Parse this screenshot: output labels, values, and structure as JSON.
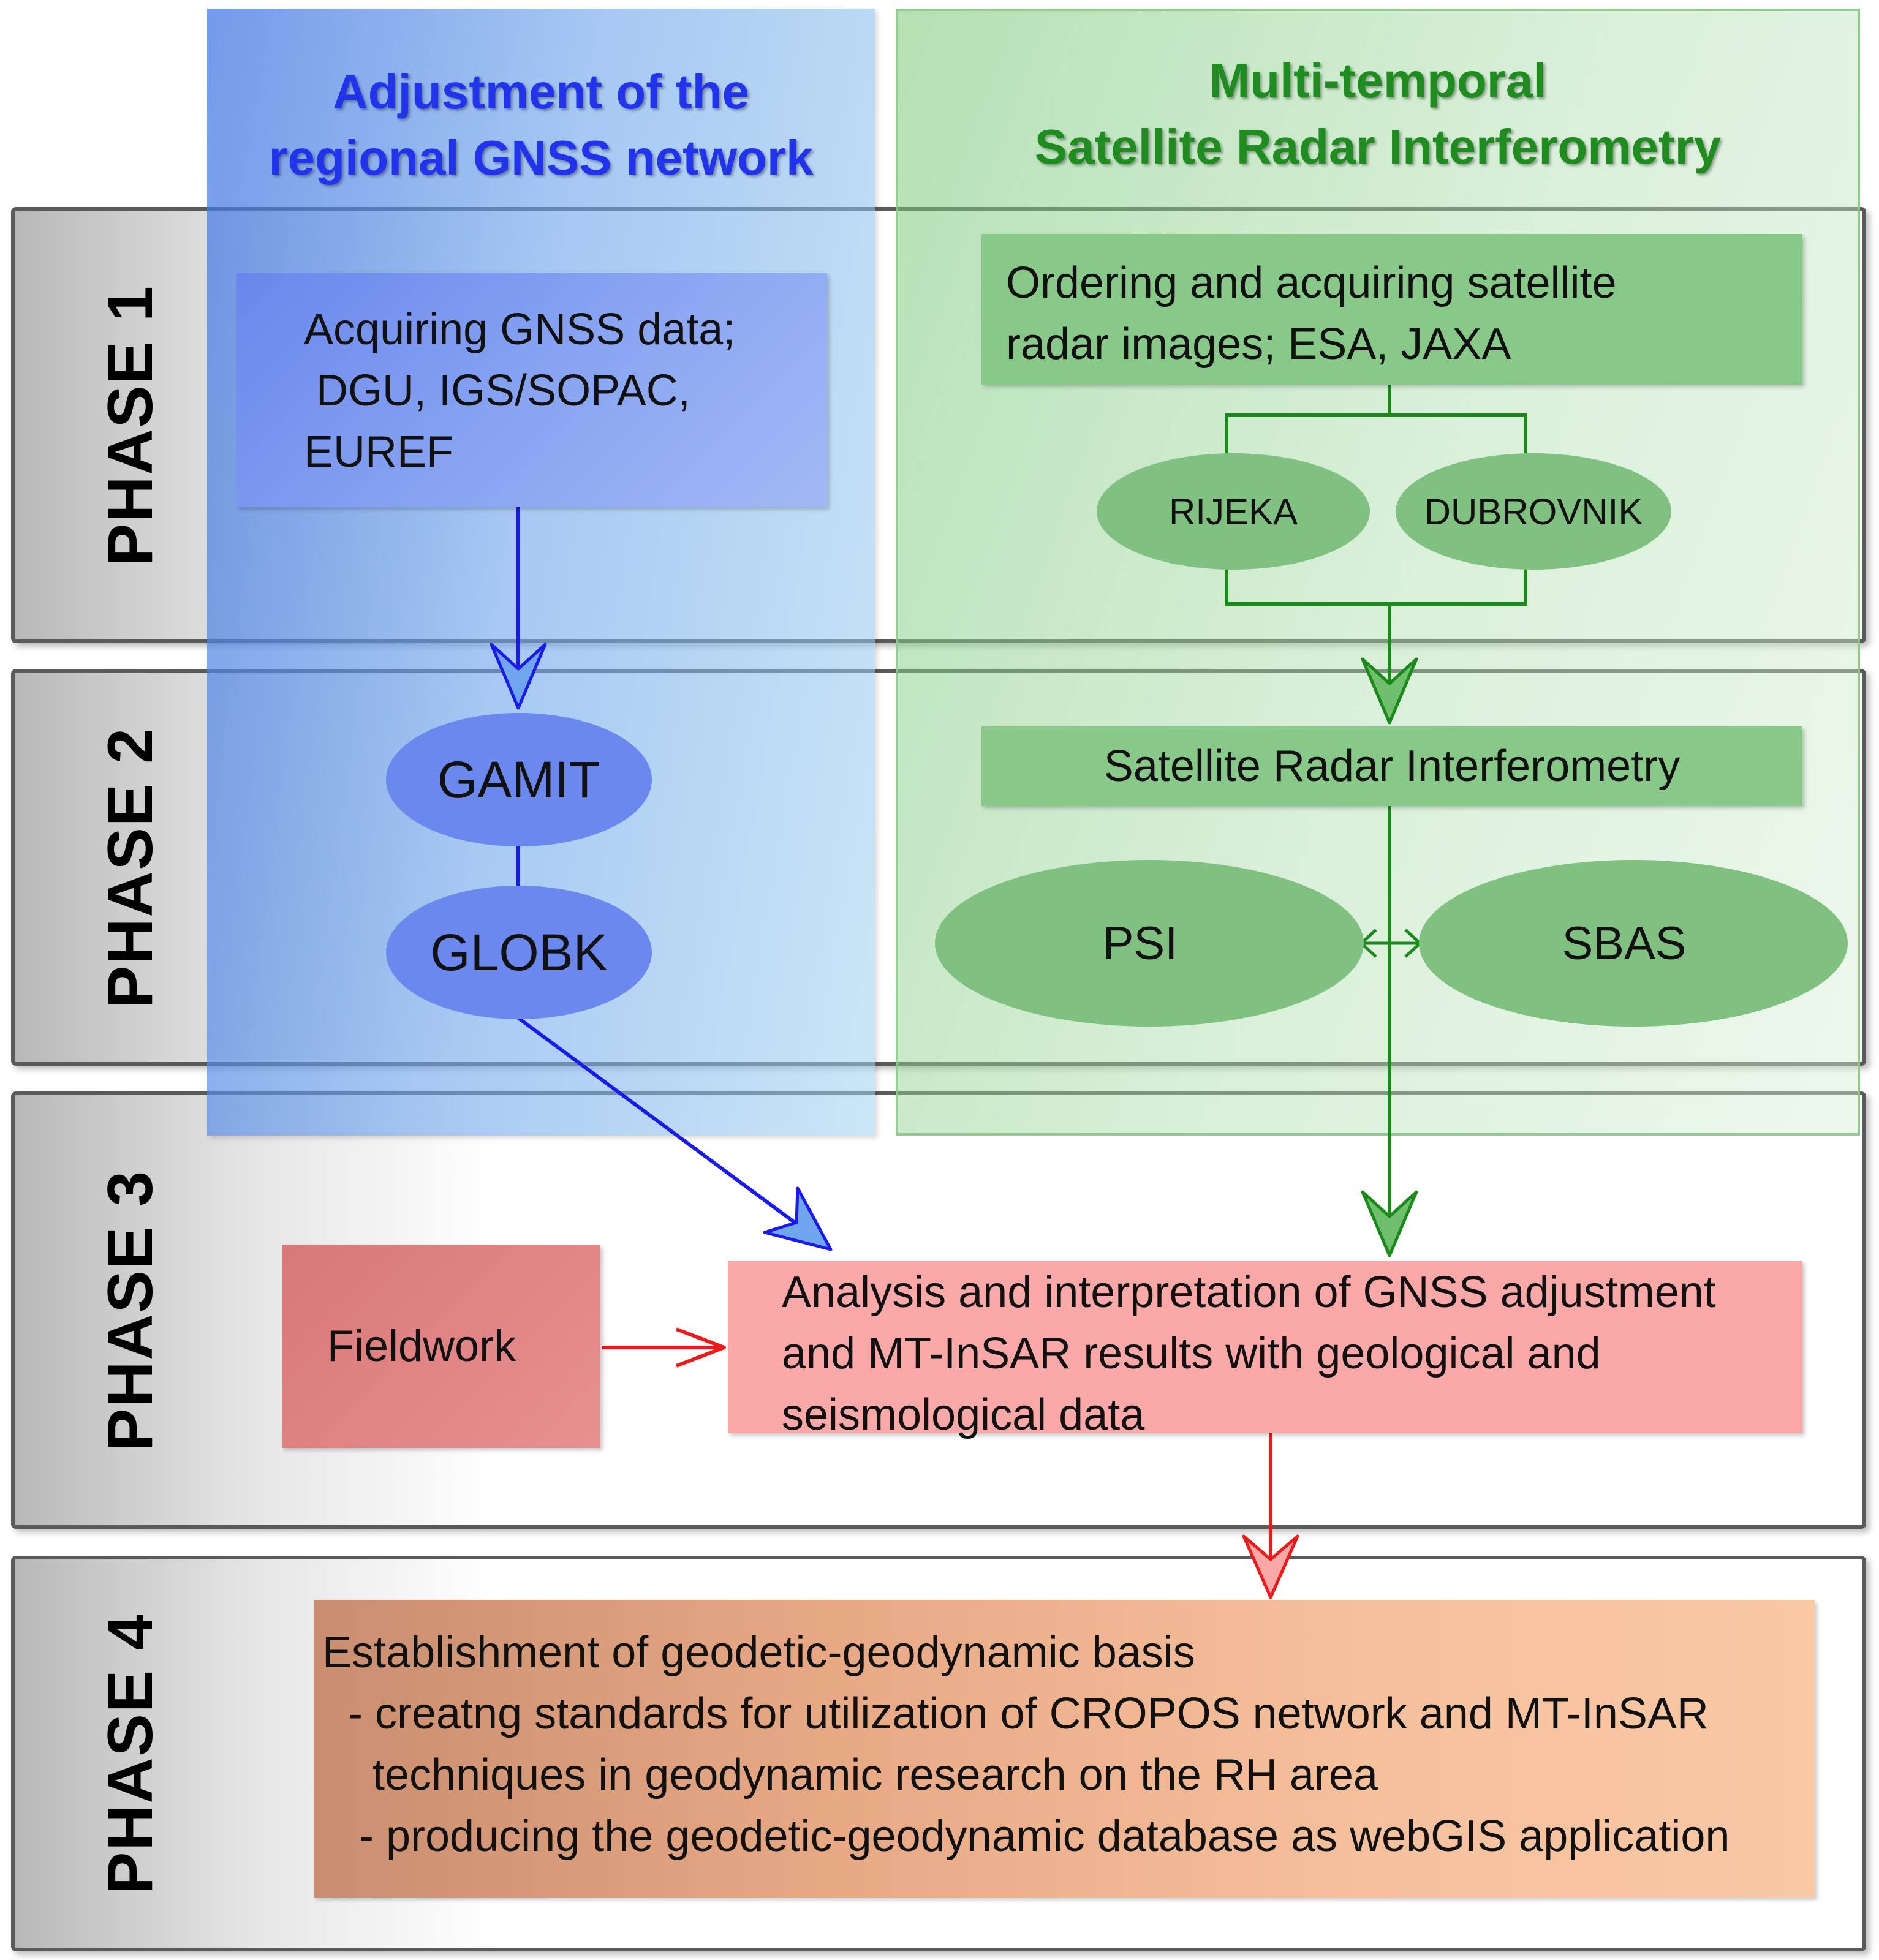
{
  "columns": {
    "gnss": {
      "title_line1": "Adjustment of the",
      "title_line2": "regional GNSS network"
    },
    "insar": {
      "title_line1": "Multi-temporal",
      "title_line2": "Satellite Radar Interferometry"
    }
  },
  "phases": [
    "PHASE 1",
    "PHASE 2",
    "PHASE 3",
    "PHASE 4"
  ],
  "phase1": {
    "gnss_box": [
      "Acquiring GNSS data;",
      " DGU, IGS/SOPAC,",
      "EUREF"
    ],
    "insar_box": [
      "Ordering and acquiring satellite",
      "radar images; ESA, JAXA"
    ],
    "areas": [
      "RIJEKA",
      "DUBROVNIK"
    ]
  },
  "phase2": {
    "gnss_steps": [
      "GAMIT",
      "GLOBK"
    ],
    "insar_box": "Satellite Radar Interferometry",
    "methods": [
      "PSI",
      "SBAS"
    ]
  },
  "phase3": {
    "fieldwork": "Fieldwork",
    "analysis": [
      "Analysis and interpretation of GNSS adjustment",
      "and MT-InSAR results with geological and",
      "seismological data"
    ]
  },
  "phase4": {
    "lines": [
      "Establishment of geodetic-geodynamic basis",
      "- creatng standards for utilization of CROPOS network and MT-InSAR",
      "techniques in geodynamic research on the RH area",
      "- producing the geodetic-geodynamic database as webGIS application"
    ]
  },
  "colors": {
    "gnss_arrow": "#1a1aee",
    "insar_arrow": "#1a8a1a",
    "red_arrow": "#ee1a1a"
  }
}
